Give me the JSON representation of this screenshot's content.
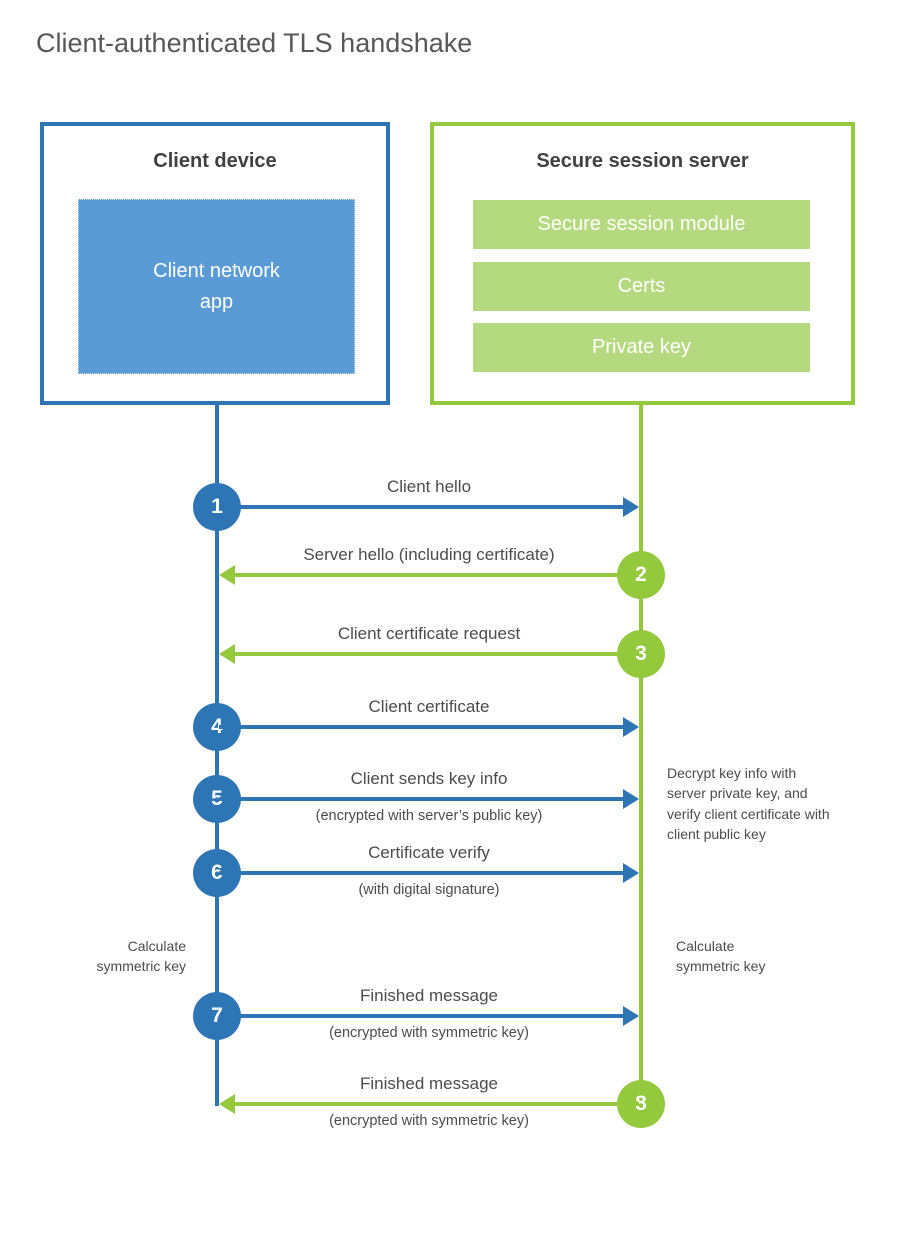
{
  "title": "Client-authenticated TLS handshake",
  "client": {
    "title": "Client device",
    "app": "Client network\napp"
  },
  "server": {
    "title": "Secure session server",
    "modules": [
      "Secure session module",
      "Certs",
      "Private key"
    ]
  },
  "steps": [
    {
      "num": "1",
      "label": "Client hello",
      "direction": "client-to-server"
    },
    {
      "num": "2",
      "label": "Server hello (including certificate)",
      "direction": "server-to-client"
    },
    {
      "num": "3",
      "label": "Client certificate request",
      "direction": "server-to-client"
    },
    {
      "num": "4",
      "label": "Client certificate",
      "direction": "client-to-server"
    },
    {
      "num": "5",
      "label": "Client sends key info",
      "sub": "(encrypted with server’s public key)",
      "direction": "client-to-server"
    },
    {
      "num": "6",
      "label": "Certificate verify",
      "sub": "(with digital signature)",
      "direction": "client-to-server"
    },
    {
      "num": "7",
      "label": "Finished message",
      "sub": "(encrypted with symmetric key)",
      "direction": "client-to-server"
    },
    {
      "num": "8",
      "label": "Finished message",
      "sub": "(encrypted with symmetric key)",
      "direction": "server-to-client"
    }
  ],
  "notes": {
    "server_side": "Decrypt key info with server private key, and verify client certificate with client public key",
    "calc_client": "Calculate\nsymmetric key",
    "calc_server": "Calculate\nsymmetric key"
  },
  "colors": {
    "blue": "#2e75b6",
    "blue_fill": "#5b9bd5",
    "green": "#94c83d",
    "green_fill": "#b5d97e",
    "heading_text": "#414042",
    "label_text": "#4c4c4e",
    "title_text": "#58585a"
  }
}
